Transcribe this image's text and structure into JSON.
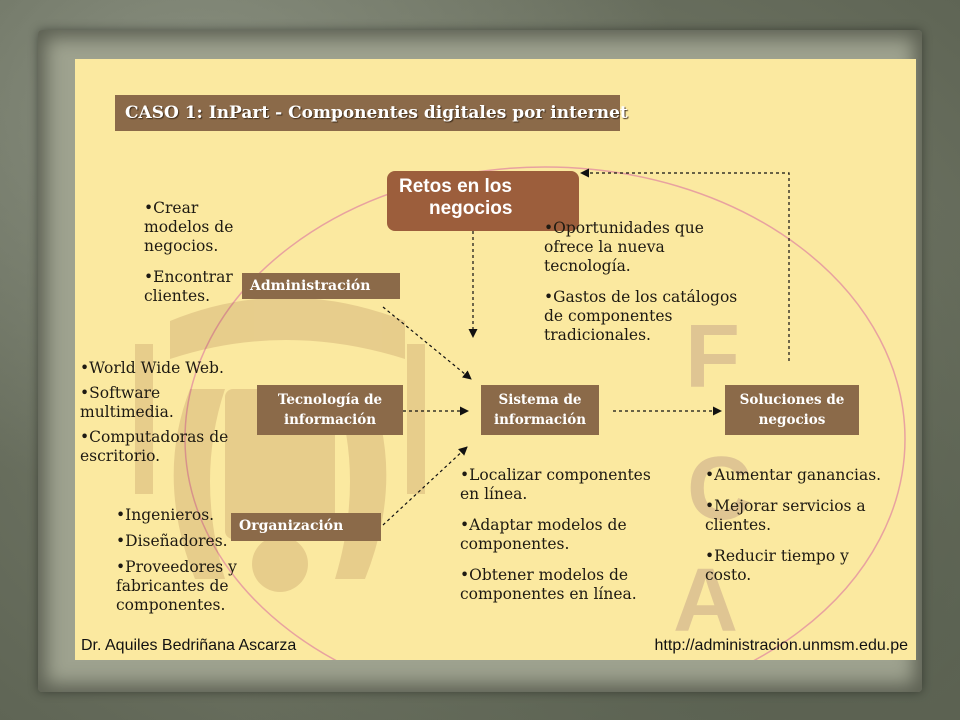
{
  "title": "CASO 1:  InPart -   Componentes digitales por internet",
  "retos": {
    "line1": "Retos en los",
    "line2": "negocios"
  },
  "boxes": {
    "administracion": "Administración",
    "tecnologia": [
      "Tecnología de",
      "información"
    ],
    "organizacion": "Organización",
    "sistema": [
      "Sistema de",
      "información"
    ],
    "soluciones": [
      "Soluciones de",
      "negocios"
    ]
  },
  "lists": {
    "administracion": [
      "•Crear modelos de negocios.",
      "•Encontrar clientes."
    ],
    "tecnologia": [
      "•World Wide Web.",
      "•Software multimedia.",
      "•Computadoras de escritorio."
    ],
    "organizacion": [
      "•Ingenieros.",
      "•Diseñadores.",
      "•Proveedores y fabricantes de componentes."
    ],
    "retos": [
      "•Oportunidades que ofrece la nueva tecnología.",
      "•Gastos de los catálogos de componentes tradicionales."
    ],
    "sistema": [
      "•Localizar componentes en línea.",
      "•Adaptar modelos de componentes.",
      "•Obtener modelos de componentes en línea."
    ],
    "soluciones": [
      "•Aumentar ganancias.",
      "•Mejorar servicios a clientes.",
      "•Reducir tiempo y costo."
    ]
  },
  "watermark_letters": [
    "F",
    "C",
    "A"
  ],
  "footer": {
    "author": "Dr. Aquiles Bedriñana Ascarza",
    "url": "http://administracion.unmsm.edu.pe"
  },
  "colors": {
    "slide_bg": "#fbe9a0",
    "box": "#8b6a49",
    "retos_box": "#9c5e3c",
    "ellipse": "#e8a2a0"
  }
}
